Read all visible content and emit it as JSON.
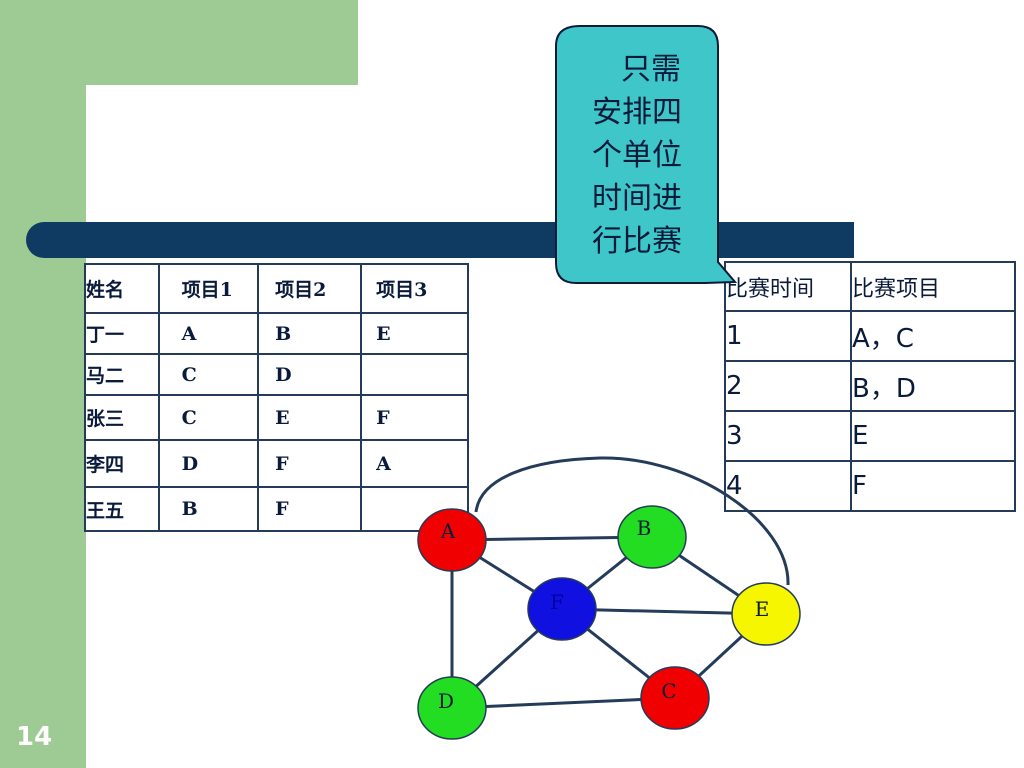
{
  "page_number": "14",
  "callout": {
    "lines": [
      "只需",
      "安排四",
      "个单位",
      "时间进",
      "行比赛"
    ],
    "fill_color": "#3ec6c8"
  },
  "schedule_table": {
    "headers": [
      "姓名",
      "项目1",
      "项目2",
      "项目3"
    ],
    "rows": [
      [
        "丁一",
        "A",
        "B",
        "E"
      ],
      [
        "马二",
        "C",
        "D",
        ""
      ],
      [
        "张三",
        "C",
        "E",
        "F"
      ],
      [
        "李四",
        "D",
        "F",
        "A"
      ],
      [
        "王五",
        "B",
        "F",
        ""
      ]
    ]
  },
  "timing_table": {
    "headers": [
      "比赛时间",
      "比赛项目"
    ],
    "rows": [
      [
        "1",
        "A，C"
      ],
      [
        "2",
        "B，D"
      ],
      [
        "3",
        "E"
      ],
      [
        "4",
        "F"
      ]
    ]
  },
  "graph": {
    "nodes": [
      {
        "id": "A",
        "label": "A",
        "color": "#f00000"
      },
      {
        "id": "B",
        "label": "B",
        "color": "#22dd22"
      },
      {
        "id": "F",
        "label": "F",
        "color": "#1010e0"
      },
      {
        "id": "E",
        "label": "E",
        "color": "#f6f600"
      },
      {
        "id": "D",
        "label": "D",
        "color": "#22dd22"
      },
      {
        "id": "C",
        "label": "C",
        "color": "#f00000"
      }
    ],
    "edges": [
      [
        "A",
        "B"
      ],
      [
        "A",
        "F"
      ],
      [
        "A",
        "D"
      ],
      [
        "A",
        "E"
      ],
      [
        "B",
        "F"
      ],
      [
        "B",
        "E"
      ],
      [
        "F",
        "E"
      ],
      [
        "F",
        "D"
      ],
      [
        "F",
        "C"
      ],
      [
        "D",
        "C"
      ],
      [
        "C",
        "E"
      ]
    ]
  },
  "colors": {
    "background_green": "#9ecb94",
    "band_navy": "#0f3a62",
    "text_dark": "#0a1a3a"
  }
}
